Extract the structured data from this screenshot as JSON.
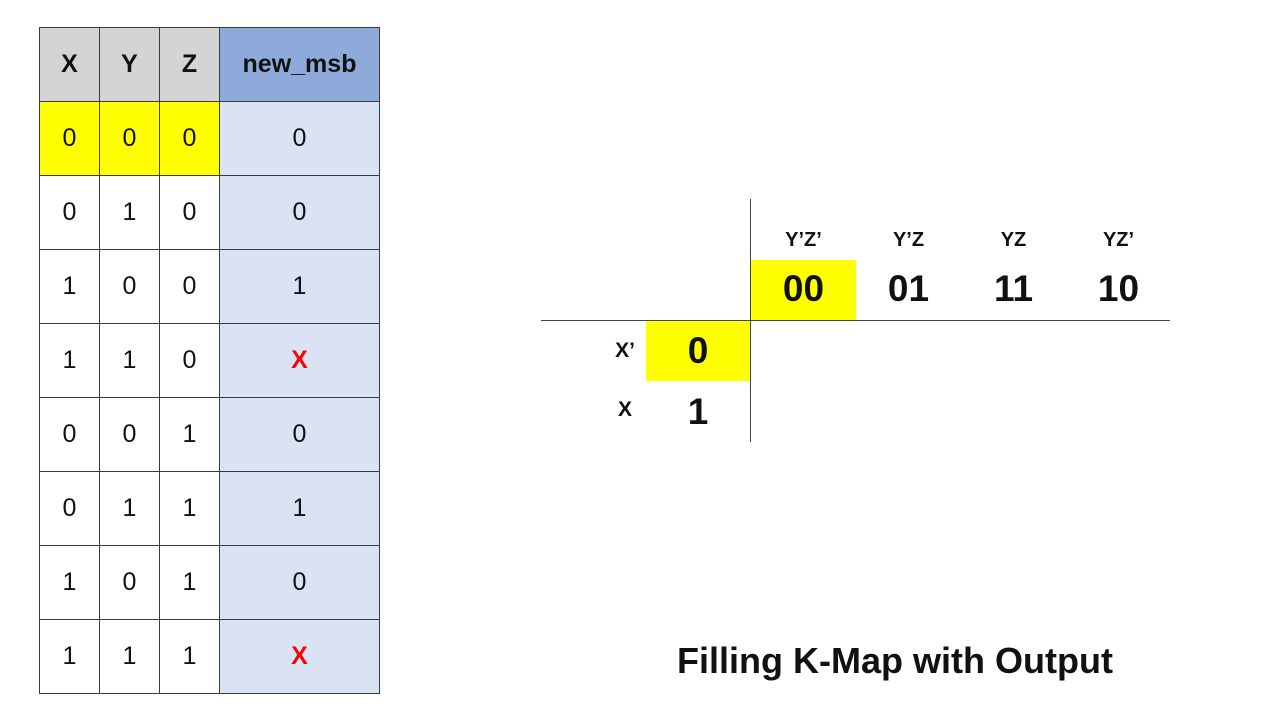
{
  "truth_table": {
    "headers": [
      "X",
      "Y",
      "Z",
      "new_msb"
    ],
    "rows": [
      {
        "x": "0",
        "y": "0",
        "z": "0",
        "out": "0",
        "highlighted": true,
        "dont_care": false
      },
      {
        "x": "0",
        "y": "1",
        "z": "0",
        "out": "0",
        "highlighted": false,
        "dont_care": false
      },
      {
        "x": "1",
        "y": "0",
        "z": "0",
        "out": "1",
        "highlighted": false,
        "dont_care": false
      },
      {
        "x": "1",
        "y": "1",
        "z": "0",
        "out": "X",
        "highlighted": false,
        "dont_care": true
      },
      {
        "x": "0",
        "y": "0",
        "z": "1",
        "out": "0",
        "highlighted": false,
        "dont_care": false
      },
      {
        "x": "0",
        "y": "1",
        "z": "1",
        "out": "1",
        "highlighted": false,
        "dont_care": false
      },
      {
        "x": "1",
        "y": "0",
        "z": "1",
        "out": "0",
        "highlighted": false,
        "dont_care": false
      },
      {
        "x": "1",
        "y": "1",
        "z": "1",
        "out": "X",
        "highlighted": false,
        "dont_care": true
      }
    ]
  },
  "kmap": {
    "columns": [
      {
        "term": "Y’Z’",
        "code": "00",
        "highlighted": true
      },
      {
        "term": "Y’Z",
        "code": "01",
        "highlighted": false
      },
      {
        "term": "YZ",
        "code": "11",
        "highlighted": false
      },
      {
        "term": "YZ’",
        "code": "10",
        "highlighted": false
      }
    ],
    "rows": [
      {
        "term": "X’",
        "code": "0",
        "highlighted": true
      },
      {
        "term": "X",
        "code": "1",
        "highlighted": false
      }
    ]
  },
  "caption": "Filling K-Map with Output",
  "colors": {
    "highlight": "#ffff00",
    "output_header": "#8eaadb",
    "output_cell": "#dae3f3",
    "input_header": "#d4d4d4",
    "dont_care": "#ff0000"
  }
}
